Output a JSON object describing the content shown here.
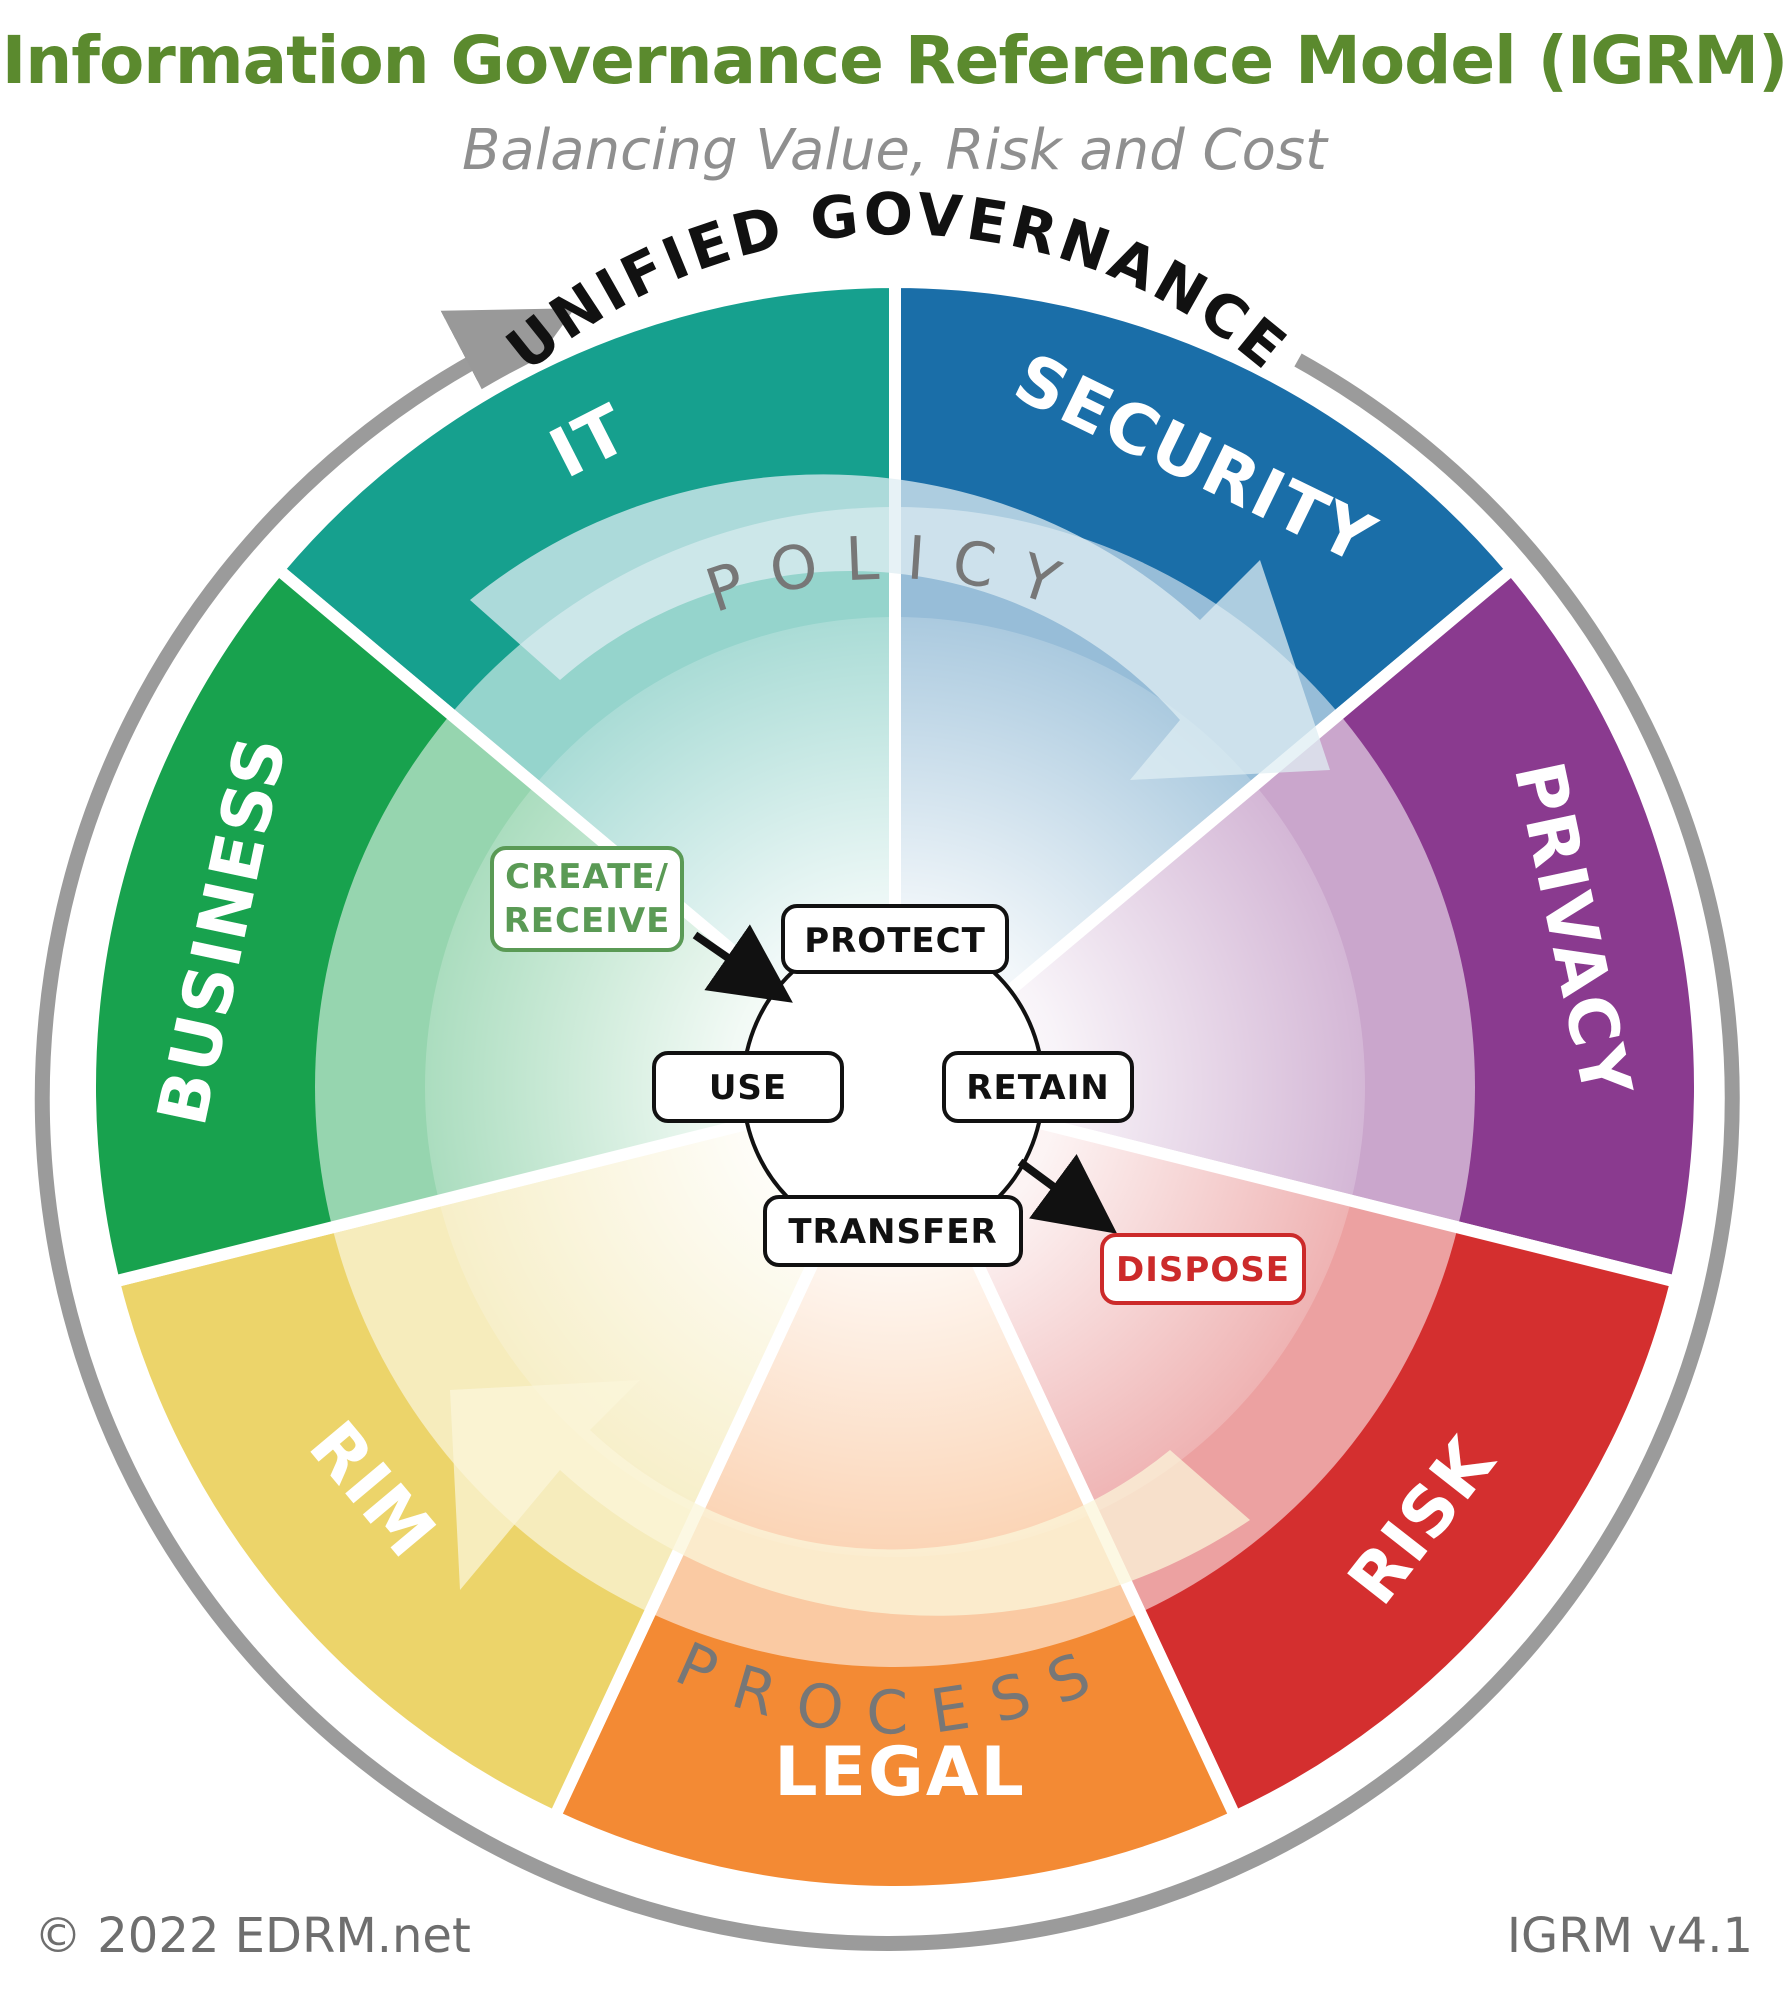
{
  "title": "Information Governance Reference Model (IGRM)",
  "subtitle": "Balancing Value, Risk and Cost",
  "top_arc_label": "UNIFIED GOVERNANCE",
  "segments": [
    {
      "key": "it",
      "label": "IT",
      "color": "#16a08e"
    },
    {
      "key": "security",
      "label": "SECURITY",
      "color": "#1a6ea8"
    },
    {
      "key": "privacy",
      "label": "PRIVACY",
      "color": "#8a3a8f"
    },
    {
      "key": "risk",
      "label": "RISK",
      "color": "#d42f2f"
    },
    {
      "key": "legal",
      "label": "LEGAL",
      "color": "#f38a34"
    },
    {
      "key": "rim",
      "label": "RIM",
      "color": "#ecd46a"
    },
    {
      "key": "business",
      "label": "BUSINESS",
      "color": "#18a24e"
    }
  ],
  "ring_labels": {
    "policy": "POLICY",
    "process": "PROCESS"
  },
  "lifecycle": {
    "create_receive": [
      "CREATE/",
      "RECEIVE"
    ],
    "protect": "PROTECT",
    "use": "USE",
    "retain": "RETAIN",
    "transfer": "TRANSFER",
    "dispose": "DISPOSE",
    "create_color": "#5a9a55",
    "dispose_color": "#cc2a2a"
  },
  "footer": {
    "copyright": "© 2022 EDRM.net",
    "version": "IGRM v4.1"
  }
}
